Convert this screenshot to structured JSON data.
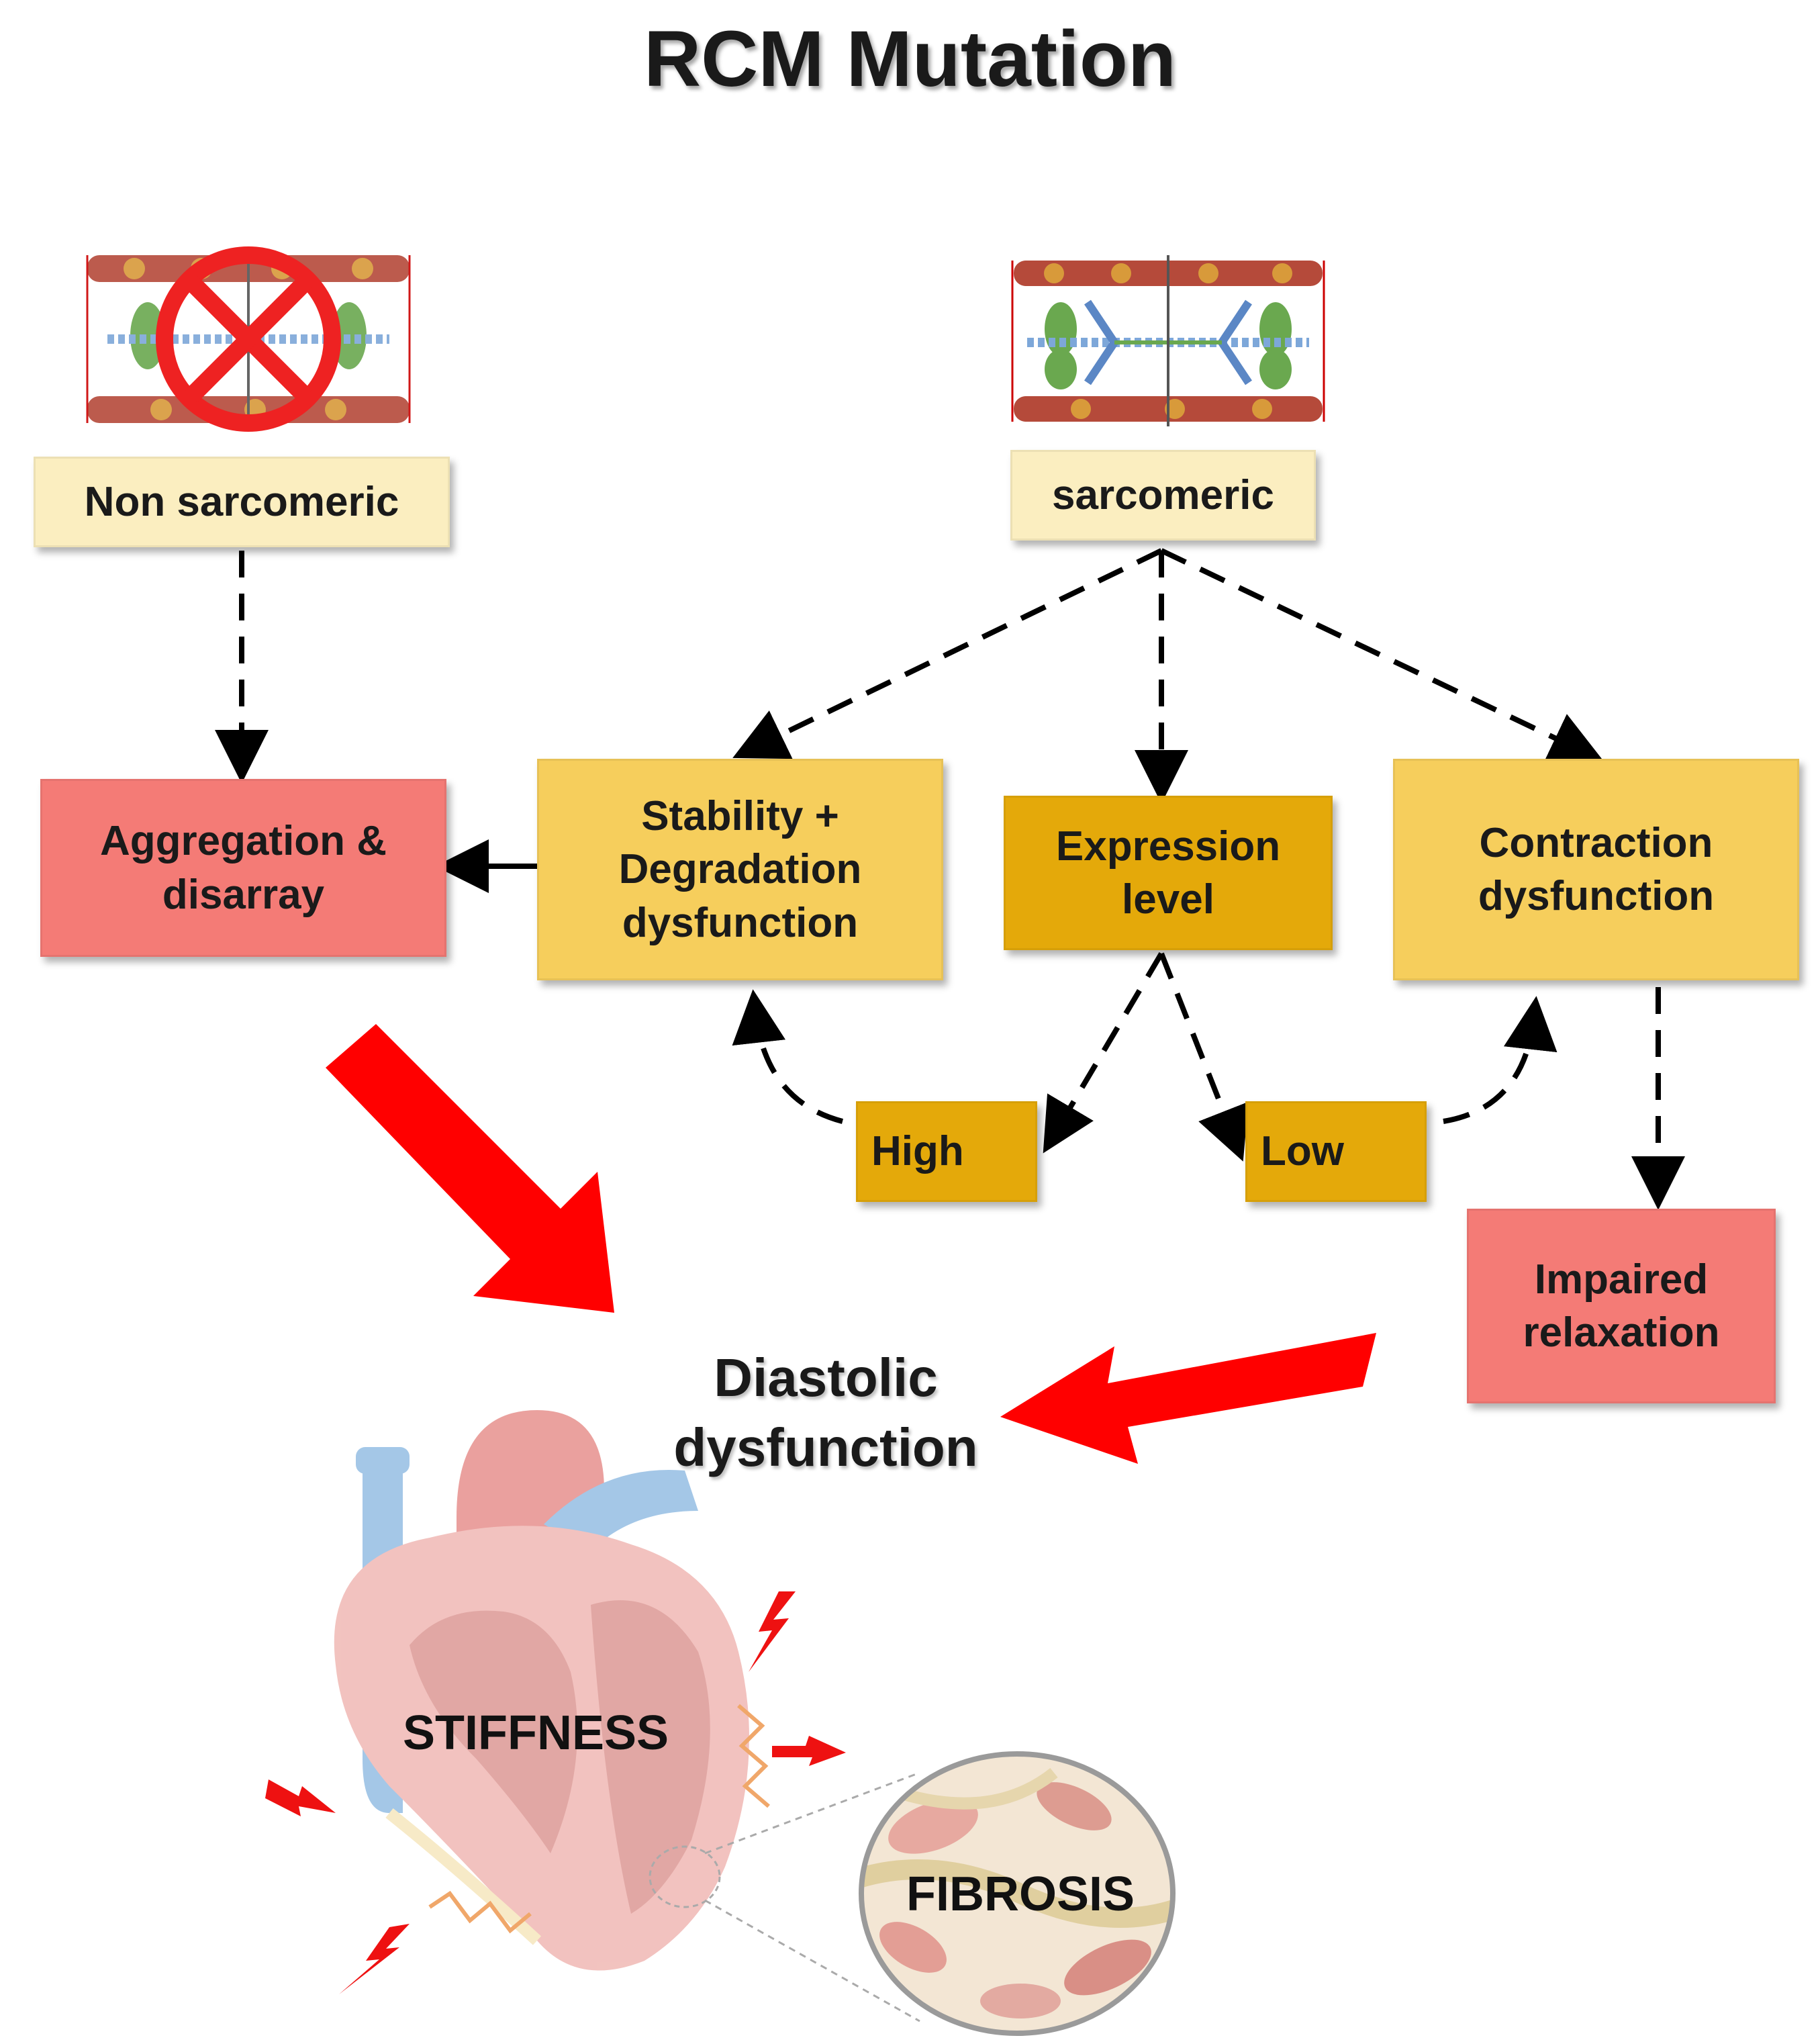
{
  "title": "RCM Mutation",
  "nodes": {
    "non_sarcomeric": "Non sarcomeric",
    "sarcomeric": "sarcomeric",
    "aggregation": "Aggregation &\ndisarray",
    "stability": "Stability +\nDegradation\ndysfunction",
    "expression": "Expression\nlevel",
    "contraction": "Contraction\ndysfunction",
    "high": "High",
    "low": "Low",
    "impaired": "Impaired\nrelaxation",
    "diastolic": "Diastolic\ndysfunction",
    "stiffness": "STIFFNESS",
    "fibrosis": "FIBROSIS"
  },
  "colors": {
    "cream": "#fbeec0",
    "yellow": "#f6ce5c",
    "gold": "#e4a90a",
    "salmon": "#f47b76",
    "red_arrow": "#ff0000"
  }
}
